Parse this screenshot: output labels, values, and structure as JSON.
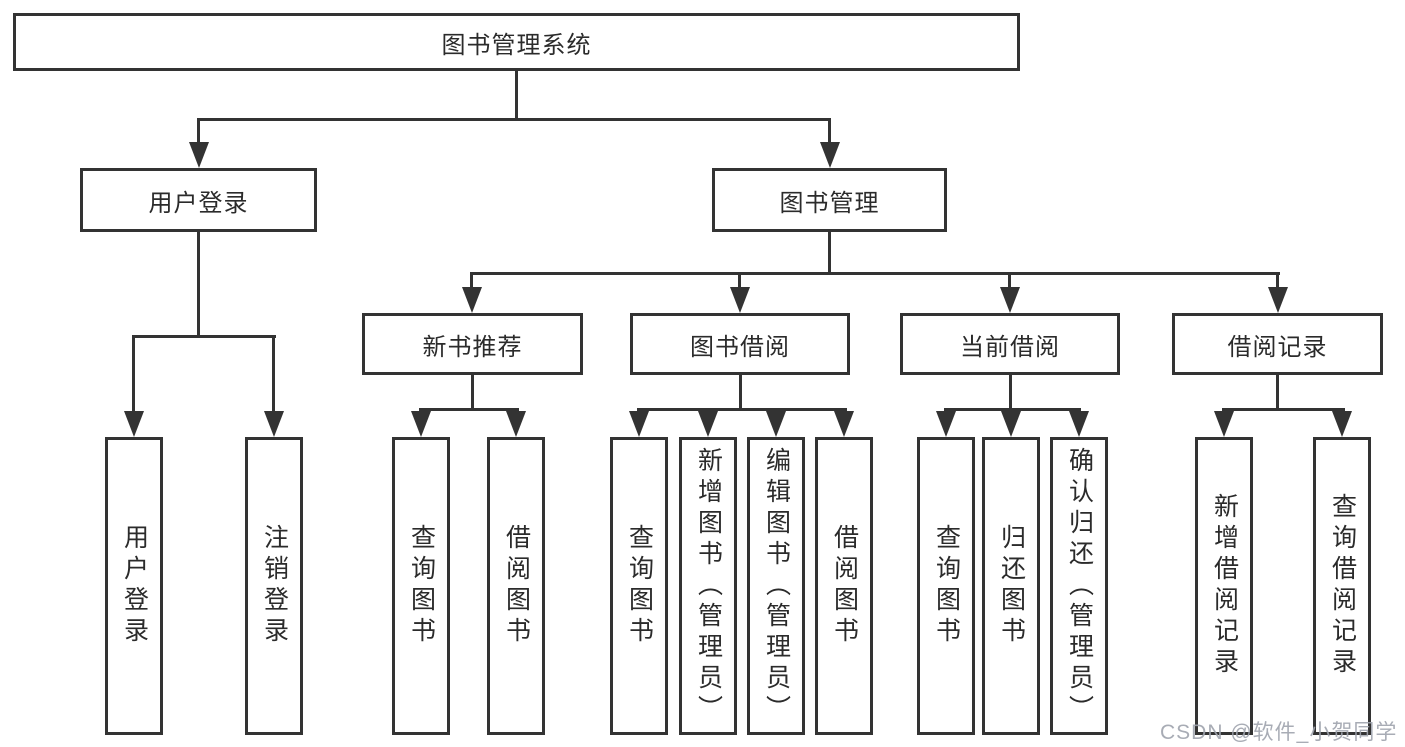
{
  "diagram_title": "图书管理系统",
  "tree": {
    "root": {
      "label": "图书管理系统",
      "children": [
        {
          "label": "用户登录",
          "children": [
            {
              "label": "用户登录"
            },
            {
              "label": "注销登录"
            }
          ]
        },
        {
          "label": "图书管理",
          "children": [
            {
              "label": "新书推荐",
              "children": [
                {
                  "label": "查询图书"
                },
                {
                  "label": "借阅图书"
                }
              ]
            },
            {
              "label": "图书借阅",
              "children": [
                {
                  "label": "查询图书"
                },
                {
                  "label": "新增图书（管理员）"
                },
                {
                  "label": "编辑图书（管理员）"
                },
                {
                  "label": "借阅图书"
                }
              ]
            },
            {
              "label": "当前借阅",
              "children": [
                {
                  "label": "查询图书"
                },
                {
                  "label": "归还图书"
                },
                {
                  "label": "确认归还（管理员）"
                }
              ]
            },
            {
              "label": "借阅记录",
              "children": [
                {
                  "label": "新增借阅记录"
                },
                {
                  "label": "查询借阅记录"
                }
              ]
            }
          ]
        }
      ]
    }
  },
  "watermark": {
    "text": "CSDN @软件_小贺同学"
  },
  "colors": {
    "line": "#333333",
    "text": "#2b2b2b",
    "background": "#ffffff",
    "watermark": "#9ea3ad"
  }
}
